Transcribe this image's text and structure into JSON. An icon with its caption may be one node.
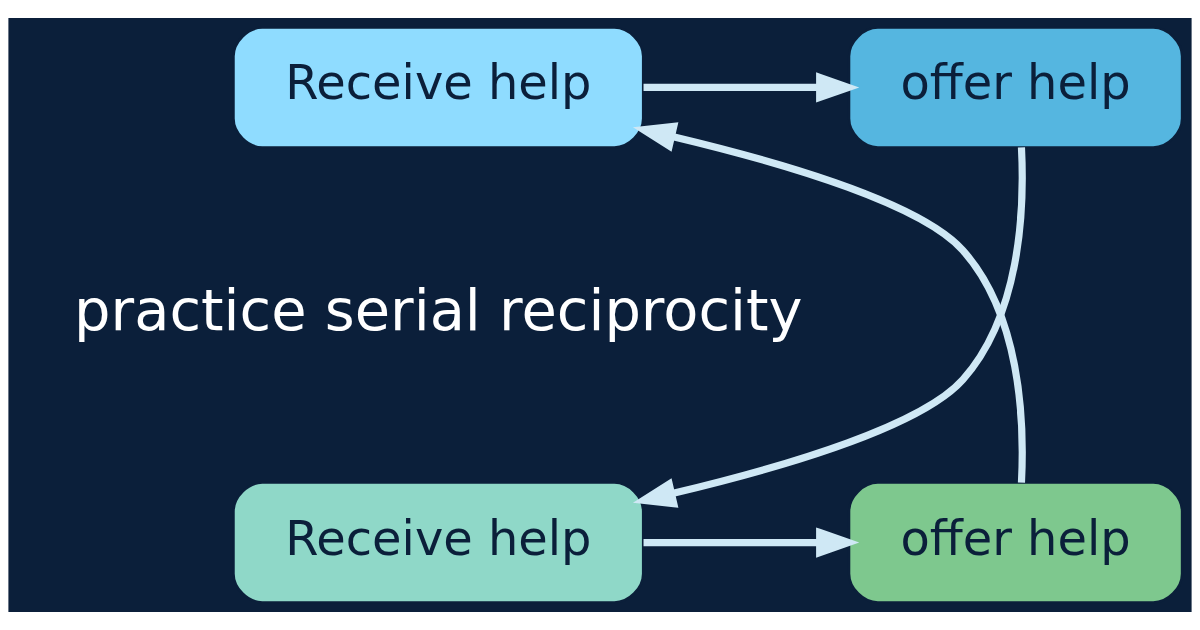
{
  "diagram": {
    "nodes": [
      {
        "text": [
          "Receive help"
        ]
      },
      {
        "text": [
          "offer help"
        ]
      },
      {
        "text": [
          "Receive help"
        ]
      },
      {
        "text": [
          "offer help"
        ]
      }
    ],
    "edges": [
      {
        "from": 0,
        "to": 1,
        "arrow": "to"
      },
      {
        "from": 1,
        "to": 2,
        "arrow": "to"
      },
      {
        "from": 2,
        "to": 3,
        "arrow": "to"
      },
      {
        "from": 3,
        "to": 0,
        "arrow": "to"
      }
    ],
    "labels": [
      "practice serial reciprocity"
    ]
  }
}
